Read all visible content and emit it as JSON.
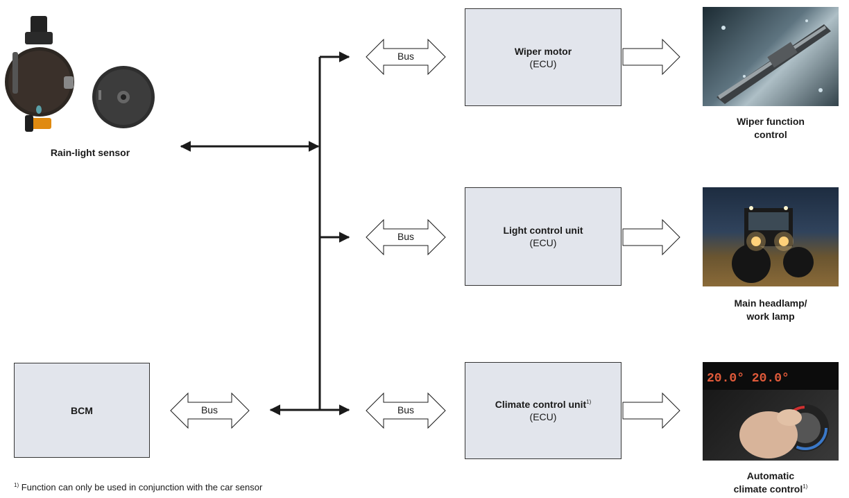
{
  "sensor": {
    "caption": "Rain-light sensor"
  },
  "bcm": {
    "label": "BCM"
  },
  "bus": {
    "label": "Bus"
  },
  "ecus": [
    {
      "title": "Wiper motor",
      "subtitle": "(ECU)",
      "note": ""
    },
    {
      "title": "Light control unit",
      "subtitle": "(ECU)",
      "note": ""
    },
    {
      "title": "Climate control unit",
      "subtitle": "(ECU)",
      "note": "1)"
    }
  ],
  "functions": [
    {
      "line1": "Wiper function",
      "line2": "control",
      "note": "",
      "icon": "wiper-blade-photo"
    },
    {
      "line1": "Main headlamp/",
      "line2": "work lamp",
      "note": "",
      "icon": "tractor-headlamp-photo"
    },
    {
      "line1": "Automatic",
      "line2": "climate control",
      "note": "1)",
      "icon": "climate-knob-photo"
    }
  ],
  "footnote": {
    "marker": "1)",
    "text": " Function can only be used in conjunction with the car sensor"
  },
  "colors": {
    "ecu_fill": "#e2e5ec",
    "line": "#1a1a1a"
  }
}
